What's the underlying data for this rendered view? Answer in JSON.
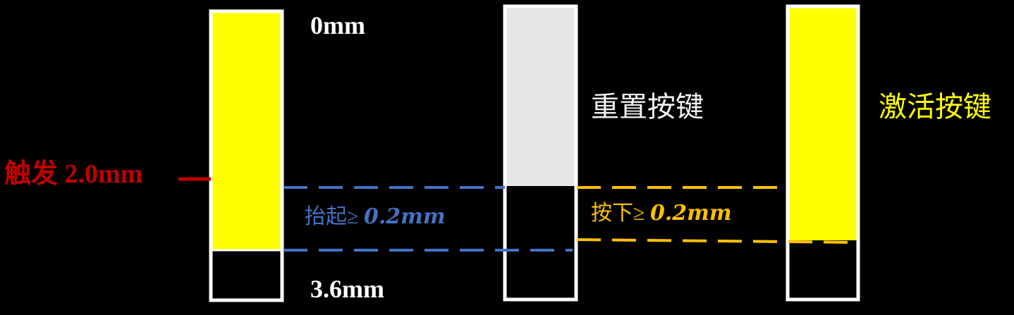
{
  "labels": {
    "top_position": "0mm",
    "bottom_position": "3.6mm",
    "trigger": "触发 2.0mm",
    "reset_key": "重置按键",
    "activate_key": "激活按键",
    "lift": {
      "prefix": "抬起≥ ",
      "value": "0.2mm"
    },
    "press": {
      "prefix": "按下≥ ",
      "value": "0.2mm"
    }
  },
  "colors": {
    "background": "#000000",
    "outline": "#ffffff",
    "yellow_fill": "#ffff00",
    "gray_fill": "#e6e6e6",
    "trigger_red": "#c00000",
    "lift_blue": "#4472c4",
    "press_orange": "#ffc000"
  }
}
